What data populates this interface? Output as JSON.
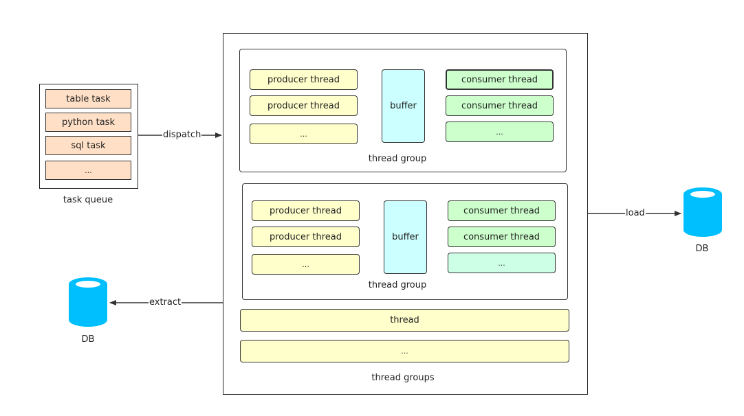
{
  "task_queue": {
    "caption": "task queue",
    "items": [
      "table task",
      "python task",
      "sql task",
      "..."
    ]
  },
  "edges": {
    "dispatch": "dispatch",
    "extract": "extract",
    "load": "load"
  },
  "databases": {
    "source": "DB",
    "target": "DB",
    "color": "#00bfff"
  },
  "thread_groups": {
    "caption": "thread groups",
    "groups": [
      {
        "caption": "thread group",
        "producers": [
          "producer thread",
          "producer thread",
          "..."
        ],
        "buffer": "buffer",
        "consumers": [
          "consumer thread",
          "consumer thread",
          "..."
        ]
      },
      {
        "caption": "thread group",
        "producers": [
          "producer thread",
          "producer thread",
          "..."
        ],
        "buffer": "buffer",
        "consumers": [
          "consumer thread",
          "consumer thread",
          "..."
        ]
      }
    ],
    "threads": [
      "thread",
      "..."
    ]
  },
  "colors": {
    "task": "#ffe0c7",
    "producer": "#ffffcc",
    "consumer": "#ccffcc",
    "buffer": "#ccffff",
    "database": "#00bfff"
  }
}
